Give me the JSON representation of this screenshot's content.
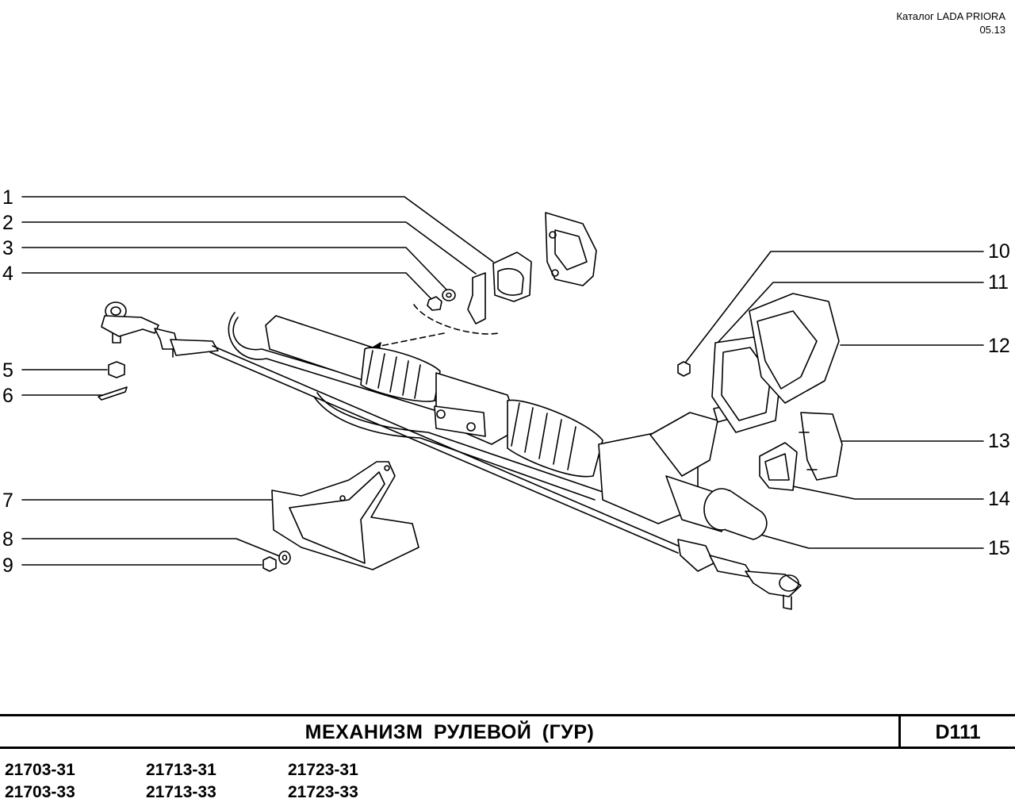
{
  "header": {
    "catalog": "Каталог  LADA  PRIORA",
    "date": "05.13"
  },
  "callouts_left": [
    "1",
    "2",
    "3",
    "4",
    "5",
    "6",
    "7",
    "8",
    "9"
  ],
  "callouts_right": [
    "10",
    "11",
    "12",
    "13",
    "14",
    "15"
  ],
  "title": "МЕХАНИЗМ   РУЛЕВОЙ  (ГУР)",
  "code": "D111",
  "models": [
    [
      "21703-31",
      "21703-33"
    ],
    [
      "21713-31",
      "21713-33"
    ],
    [
      "21723-31",
      "21723-33"
    ]
  ]
}
